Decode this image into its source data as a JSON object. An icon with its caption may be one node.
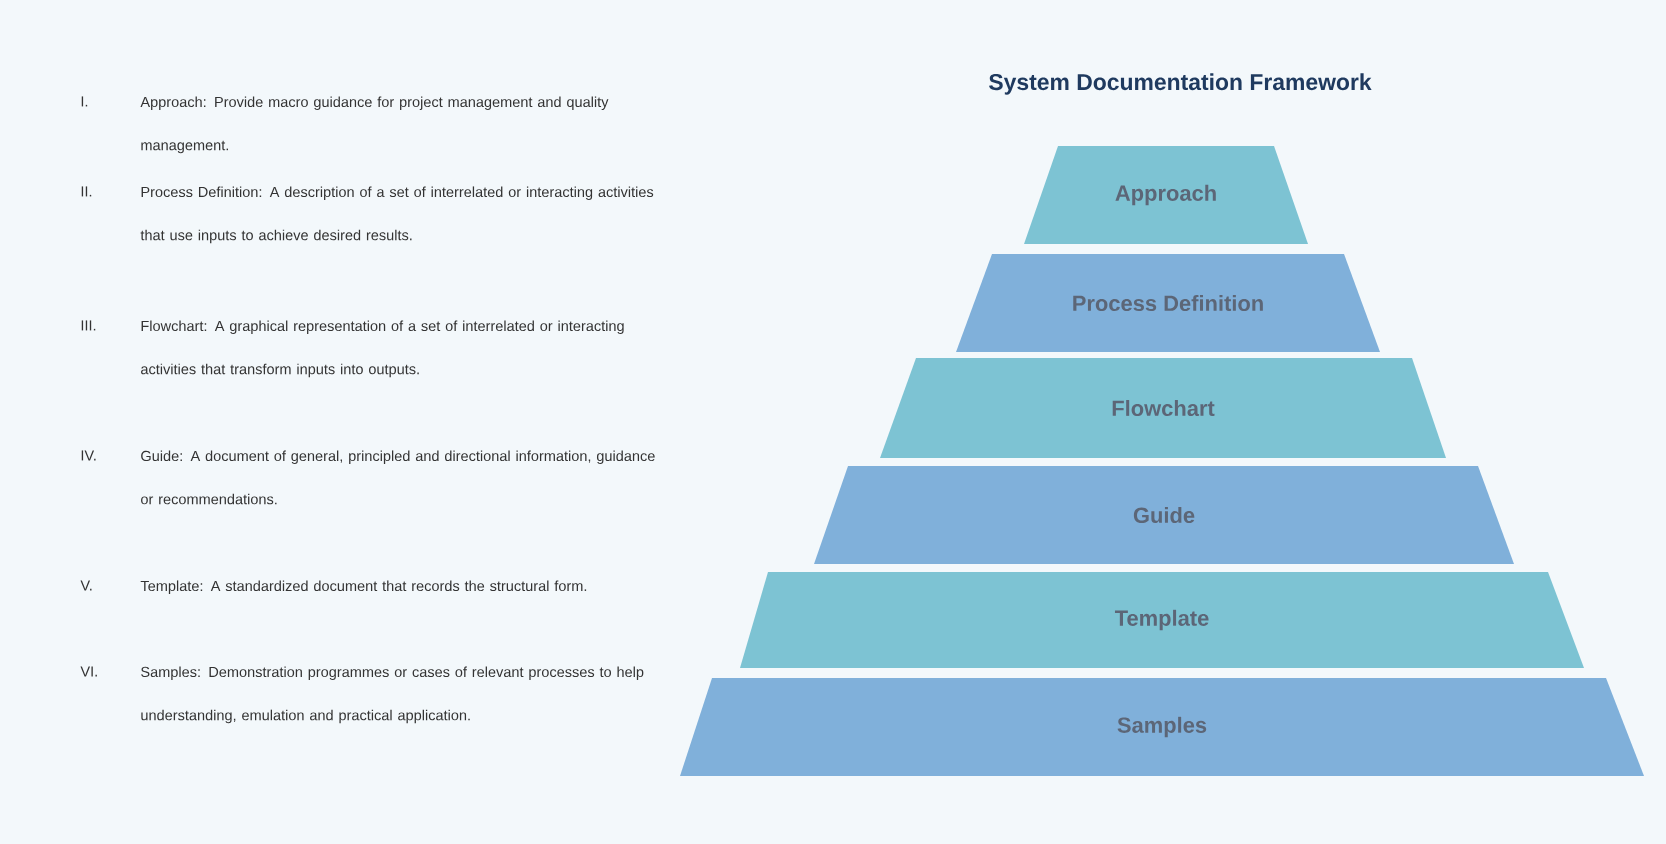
{
  "diagram": {
    "title": "System Documentation Framework",
    "nodes": [
      {
        "text": [
          "Approach"
        ]
      },
      {
        "text": [
          "Process Definition"
        ]
      },
      {
        "text": [
          "Flowchart"
        ]
      },
      {
        "text": [
          "Guide"
        ]
      },
      {
        "text": [
          "Template"
        ]
      },
      {
        "text": [
          "Samples"
        ]
      }
    ],
    "labels": [
      "I.",
      "Approach: Provide macro guidance for project management and quality management.",
      "II.",
      "Process Definition: A description of a set of interrelated or interacting activities that use inputs to achieve desired results.",
      "III.",
      "Flowchart: A graphical representation of a set of interrelated or interacting activities that transform inputs into outputs.",
      "IV.",
      "Guide: A document of general, principled and directional information, guidance or recommendations.",
      "V.",
      "Template: A standardized document that records the structural form.",
      "VI.",
      "Samples: Demonstration programmes or cases of relevant processes to help understanding, emulation and practical application."
    ]
  }
}
